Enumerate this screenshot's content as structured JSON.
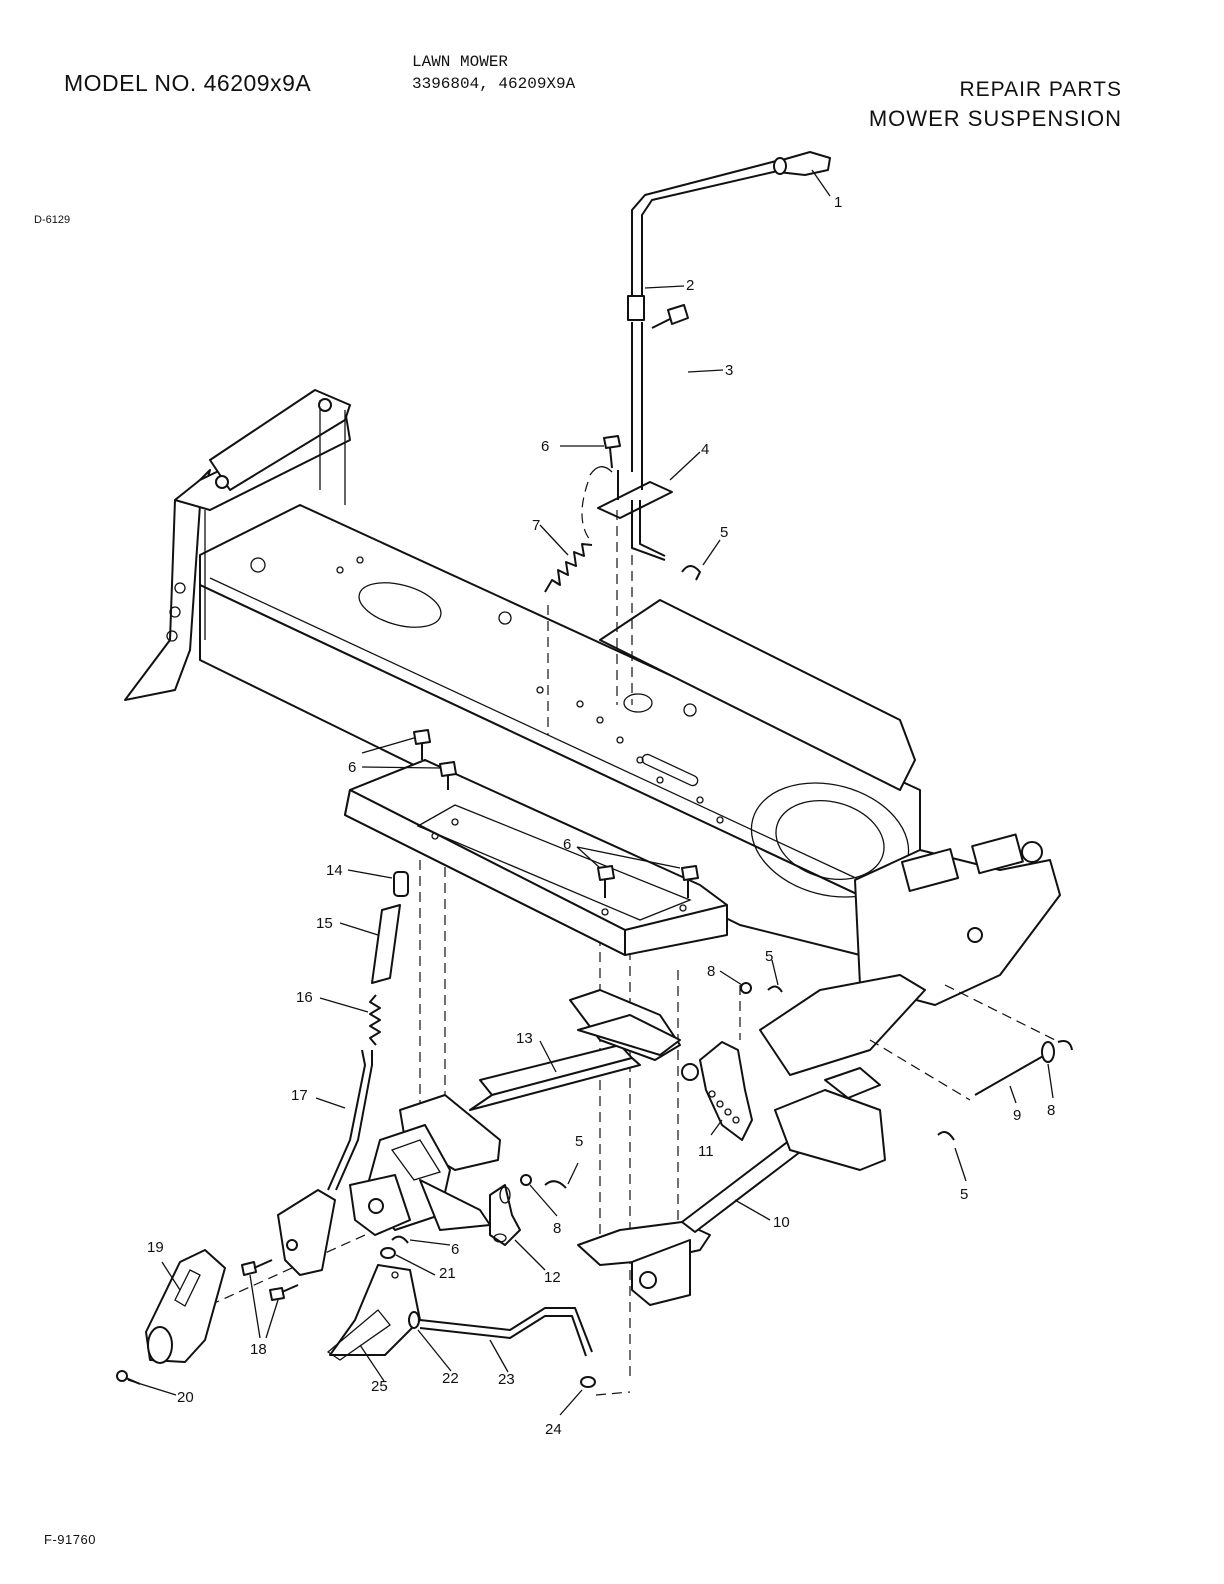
{
  "header": {
    "model": "MODEL NO. 46209x9A",
    "product": "LAWN MOWER",
    "numbers": "3396804, 46209X9A",
    "section": "REPAIR PARTS",
    "title": "MOWER SUSPENSION"
  },
  "codes": {
    "drawing": "D-6129",
    "figure": "F-91760"
  },
  "callouts": [
    "1",
    "2",
    "3",
    "6",
    "4",
    "7",
    "5",
    "6",
    "6",
    "14",
    "15",
    "16",
    "13",
    "8",
    "5",
    "17",
    "11",
    "9",
    "8",
    "5",
    "5",
    "8",
    "10",
    "19",
    "6",
    "21",
    "12",
    "18",
    "22",
    "23",
    "25",
    "20",
    "24"
  ]
}
